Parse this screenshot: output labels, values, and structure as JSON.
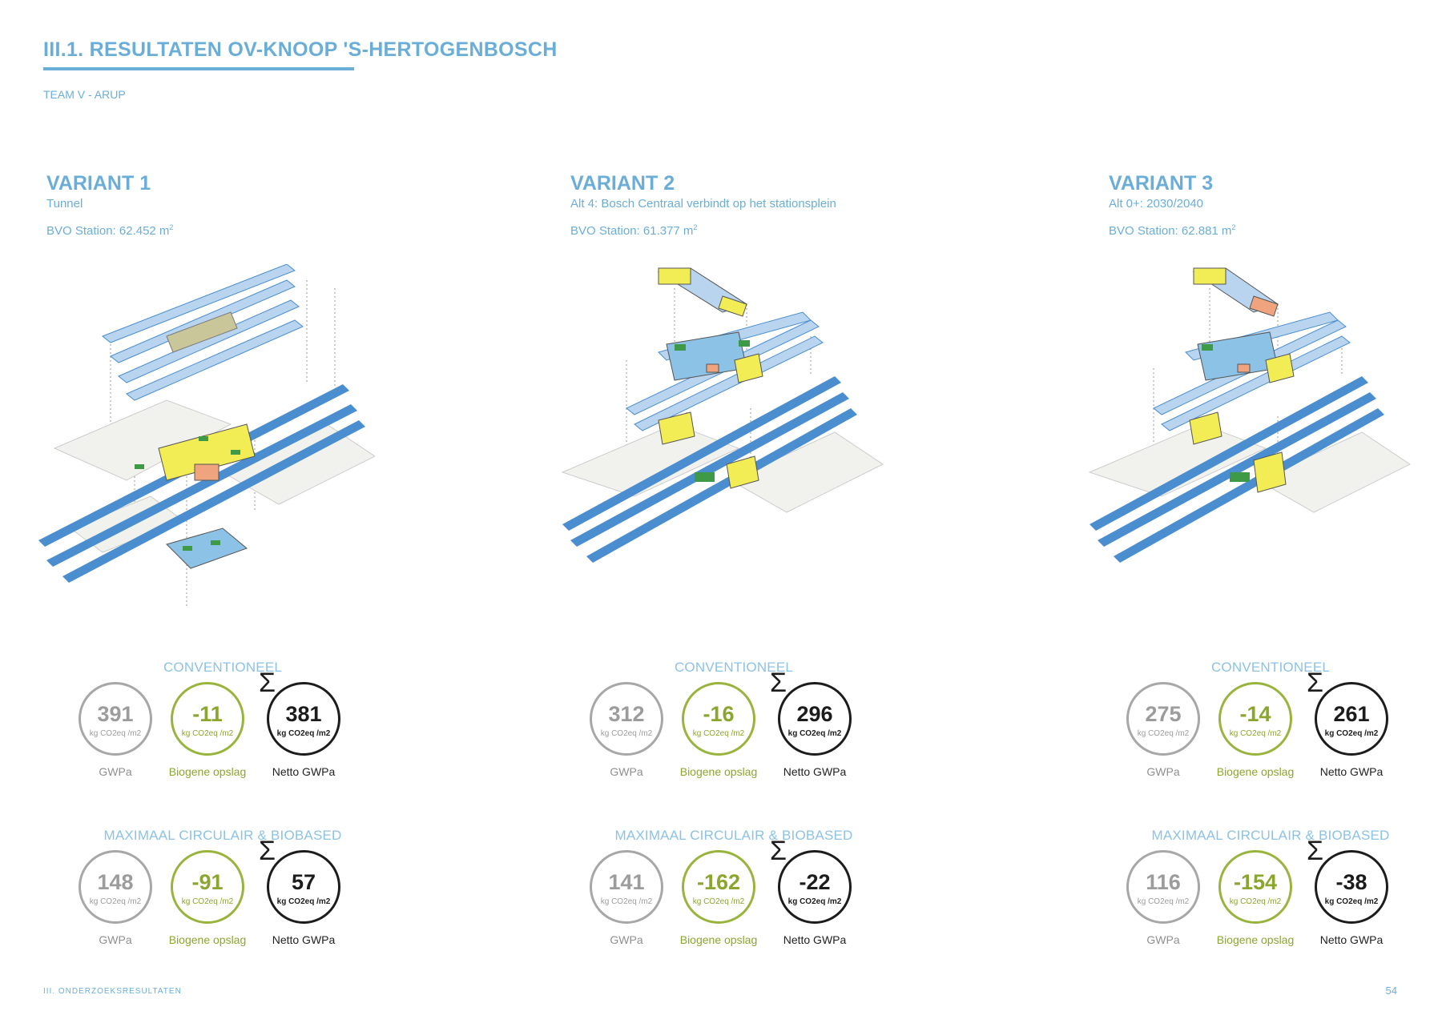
{
  "page": {
    "title": "III.1. RESULTATEN OV-KNOOP 'S-HERTOGENBOSCH",
    "subtitle": "TEAM V - ARUP",
    "footer_left": "III. ONDERZOEKSRESULTATEN",
    "page_number": "54"
  },
  "labels": {
    "section_conventional": "CONVENTIONEEL",
    "section_max": "MAXIMAAL CIRCULAIR & BIOBASED",
    "gwp": "GWPa",
    "bio": "Biogene opslag",
    "net": "Netto GWPa",
    "unit": "kg CO2eq /m2",
    "sigma": "Σ"
  },
  "colors": {
    "accent_blue": "#6aaed8",
    "light_blue": "#8cc2e6",
    "green": "#98b43c",
    "grey": "#a7a7a7",
    "black": "#1c1c1c",
    "rail_blue": "#4a8ed0",
    "platform_blue": "#b9d4ee",
    "yellow": "#f2ec55",
    "salmon": "#f0a47e",
    "dark_green": "#3e9a46"
  },
  "variants": [
    {
      "title": "VARIANT 1",
      "subtitle": "Tunnel",
      "bvo": "BVO Station: 62.452 m",
      "conventional": {
        "gwp": "391",
        "bio": "-11",
        "net": "381"
      },
      "max": {
        "gwp": "148",
        "bio": "-91",
        "net": "57"
      }
    },
    {
      "title": "VARIANT 2",
      "subtitle": "Alt 4: Bosch Centraal verbindt op het stationsplein",
      "bvo": "BVO Station: 61.377 m",
      "conventional": {
        "gwp": "312",
        "bio": "-16",
        "net": "296"
      },
      "max": {
        "gwp": "141",
        "bio": "-162",
        "net": "-22"
      }
    },
    {
      "title": "VARIANT 3",
      "subtitle": "Alt 0+: 2030/2040",
      "bvo": "BVO Station: 62.881 m",
      "conventional": {
        "gwp": "275",
        "bio": "-14",
        "net": "261"
      },
      "max": {
        "gwp": "116",
        "bio": "-154",
        "net": "-38"
      }
    }
  ]
}
